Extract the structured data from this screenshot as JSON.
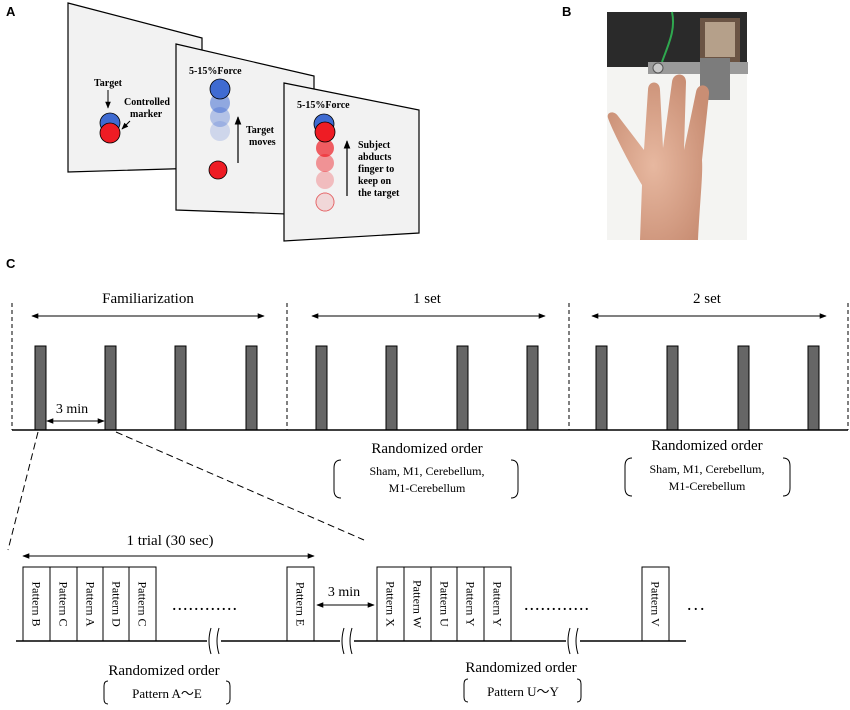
{
  "panel_a": {
    "label": "A",
    "screen1": {
      "target_label": "Target",
      "marker_label_1": "Controlled",
      "marker_label_2": "marker"
    },
    "screen2": {
      "force_label": "5-15%Force",
      "move_label_1": "Target",
      "move_label_2": "moves"
    },
    "screen3": {
      "force_label": "5-15%Force",
      "desc_lines": [
        "Subject",
        "abducts",
        "finger to",
        "keep on",
        "the target"
      ]
    }
  },
  "panel_b": {
    "label": "B"
  },
  "panel_c": {
    "label": "C",
    "phases": [
      "Familiarization",
      "1 set",
      "2 set"
    ],
    "interval_label": "3 min",
    "randomized_label": "Randomized order",
    "condition_line1": "Sham, M1, Cerebellum,",
    "condition_line2": "M1-Cerebellum",
    "trial_label": "1 trial (30 sec)",
    "patterns_left": [
      "Pattern B",
      "Pattern C",
      "Pattern A",
      "Pattern D",
      "Pattern C"
    ],
    "pattern_left_end": "Pattern E",
    "patterns_right": [
      "Pattern X",
      "Pattern W",
      "Pattern U",
      "Pattern Y",
      "Pattern Y"
    ],
    "pattern_right_end": "Pattern V",
    "dots_long": "............",
    "dots_short": "...",
    "bottom_interval_label": "3 min",
    "bottom_left_random": "Randomized order",
    "bottom_left_range": "Pattern A〜E",
    "bottom_right_random": "Randomized order",
    "bottom_right_range": "Pattern U〜Y"
  }
}
